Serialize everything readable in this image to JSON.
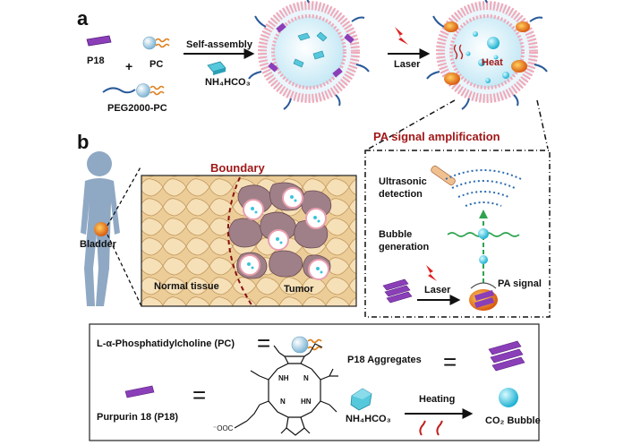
{
  "panel_a": {
    "letter": "a",
    "p18_label": "P18",
    "plus": "+",
    "pc_label": "PC",
    "peg_label": "PEG2000-PC",
    "self_assembly": "Self-assembly",
    "nh4hco3": "NH₄HCO₃",
    "laser": "Laser",
    "heat": "Heat",
    "pa_amplification": "PA signal amplification"
  },
  "panel_b": {
    "letter": "b",
    "boundary": "Boundary",
    "bladder": "Bladder",
    "normal_tissue": "Normal tissue",
    "tumor": "Tumor",
    "ultrasonic": [
      "Ultrasonic",
      "detection"
    ],
    "bubble": [
      "Bubble",
      "generation"
    ],
    "laser": "Laser",
    "pa_signal": "PA signal"
  },
  "legend": {
    "pc_def": "L-α-Phosphatidylcholine (PC)",
    "eq": "=",
    "p18_aggregates": "P18 Aggregates",
    "purpurin": "Purpurin 18 (P18)",
    "nh4hco3": "NH₄HCO₃",
    "heating": "Heating",
    "co2_bubble": "CO₂ Bubble",
    "nh_top": "NH",
    "n_top": "N",
    "n_bottom": "N",
    "hn_bottom": "HN",
    "ooc": "⁻OOC"
  },
  "colors": {
    "purple": "#8a3fb8",
    "cyan": "#3cc4dc",
    "orange": "#e08020",
    "red_text": "#a01818",
    "tissue": "#e9c99a"
  }
}
